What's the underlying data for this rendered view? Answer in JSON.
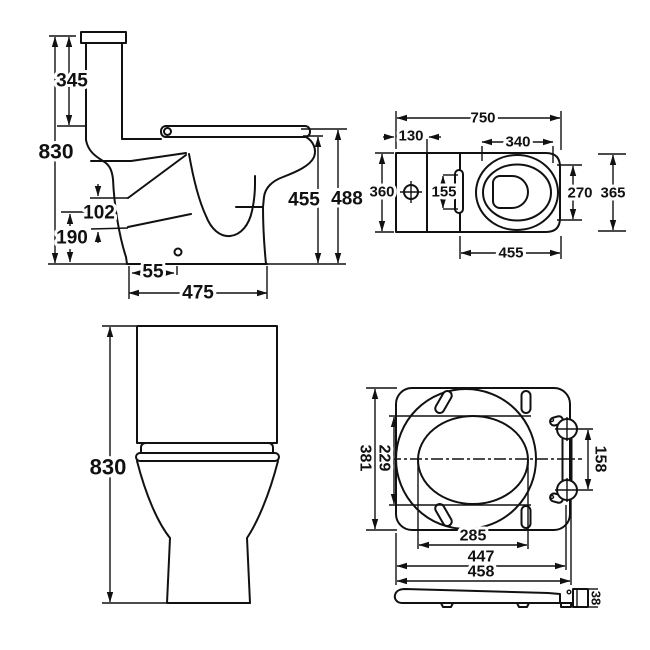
{
  "drawing_title": "Close coupled toilet dimension drawing",
  "line_color": "#111111",
  "background_color": "#ffffff",
  "views": {
    "side": {
      "cistern_height": "345",
      "total_height": "830",
      "trap_height": "102",
      "inlet_height": "190",
      "outlet_offset": "55",
      "base_depth": "475",
      "pan_height": "455",
      "seat_height": "488"
    },
    "plan": {
      "overall_depth": "750",
      "cistern_depth": "130",
      "opening_length": "340",
      "cistern_width": "360",
      "hinge_gap": "155",
      "opening_width": "270",
      "pan_width": "365",
      "pan_depth": "455"
    },
    "front": {
      "overall_height": "830"
    },
    "seat": {
      "outer_width": "381",
      "opening_width": "229",
      "hinge_centres": "158",
      "opening_length": "285",
      "length_to_hinge": "447",
      "overall_length": "458",
      "thickness": "38"
    }
  }
}
